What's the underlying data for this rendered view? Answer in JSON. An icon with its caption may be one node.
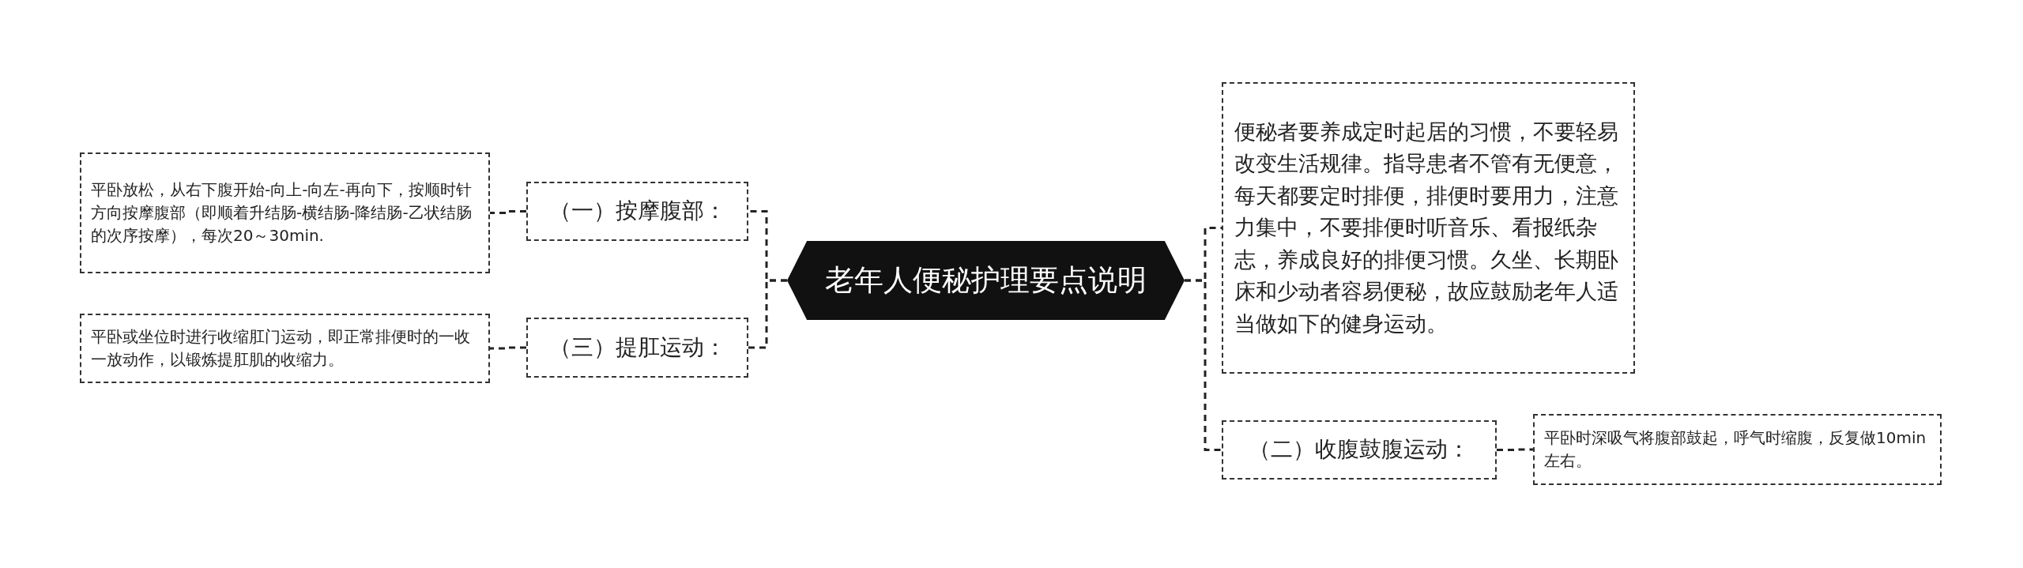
{
  "diagram": {
    "nodes": [
      {
        "text": [
          "老年人便秘护理要点说明"
        ]
      },
      {
        "text": [
          "（一）按摩腹部："
        ]
      },
      {
        "text": [
          "平卧放松，从右下腹开始-向上-向左-再向下，按顺时针方向按摩腹部（即顺着升结肠-横结肠-降结肠-乙状结肠的次序按摩），每次20～30min."
        ]
      },
      {
        "text": [
          "（三）提肛运动："
        ]
      },
      {
        "text": [
          "平卧或坐位时进行收缩肛门运动，即正常排便时的一收一放动作，以锻炼提肛肌的收缩力。"
        ]
      },
      {
        "text": [
          "便秘者要养成定时起居的习惯，不要轻易改变生活规律。指导患者不管有无便意，每天都要定时排便，排便时要用力，注意力集中，不要排便时听音乐、看报纸杂志，养成良好的排便习惯。久坐、长期卧床和少动者容易便秘，故应鼓励老年人适当做如下的健身运动。"
        ]
      },
      {
        "text": [
          "（二）收腹鼓腹运动："
        ]
      },
      {
        "text": [
          "平卧时深吸气将腹部鼓起，呼气时缩腹，反复做10min左右。"
        ]
      }
    ],
    "edges": [
      {
        "from": 0,
        "to": 1,
        "arrow": "none"
      },
      {
        "from": 1,
        "to": 2,
        "arrow": "none"
      },
      {
        "from": 0,
        "to": 3,
        "arrow": "none"
      },
      {
        "from": 3,
        "to": 4,
        "arrow": "none"
      },
      {
        "from": 0,
        "to": 5,
        "arrow": "none"
      },
      {
        "from": 0,
        "to": 6,
        "arrow": "none"
      },
      {
        "from": 6,
        "to": 7,
        "arrow": "none"
      }
    ]
  }
}
